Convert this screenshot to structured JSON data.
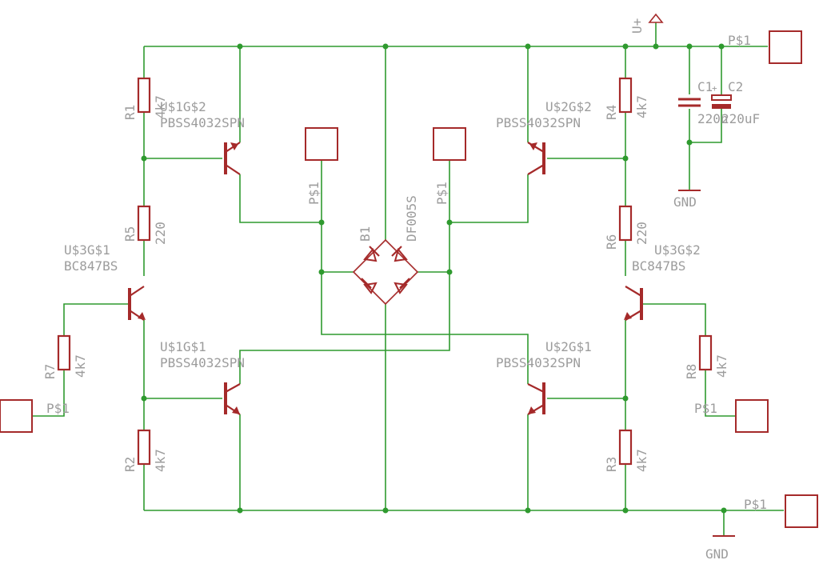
{
  "colors": {
    "wire": "#2f9a2f",
    "component": "#a52a2a",
    "label": "#9c9c9c",
    "background": "#ffffff"
  },
  "resistors": [
    {
      "name": "R1",
      "value": "4k7"
    },
    {
      "name": "R2",
      "value": "4k7"
    },
    {
      "name": "R3",
      "value": "4k7"
    },
    {
      "name": "R4",
      "value": "4k7"
    },
    {
      "name": "R5",
      "value": "220"
    },
    {
      "name": "R6",
      "value": "220"
    },
    {
      "name": "R7",
      "value": "4k7"
    },
    {
      "name": "R8",
      "value": "4k7"
    }
  ],
  "transistors": [
    {
      "name": "U$1G$2",
      "part": "PBSS4032SPN"
    },
    {
      "name": "U$2G$2",
      "part": "PBSS4032SPN"
    },
    {
      "name": "U$1G$1",
      "part": "PBSS4032SPN"
    },
    {
      "name": "U$2G$1",
      "part": "PBSS4032SPN"
    },
    {
      "name": "U$3G$1",
      "part": "BC847BS"
    },
    {
      "name": "U$3G$2",
      "part": "BC847BS"
    }
  ],
  "capacitors": [
    {
      "name": "C1",
      "value": "220n"
    },
    {
      "name": "C2",
      "value": "220uF"
    }
  ],
  "bridge": {
    "name": "B1",
    "part": "DF005S"
  },
  "pad_label": "P$1",
  "supply": {
    "vplus": "U+",
    "gnd": "GND"
  }
}
